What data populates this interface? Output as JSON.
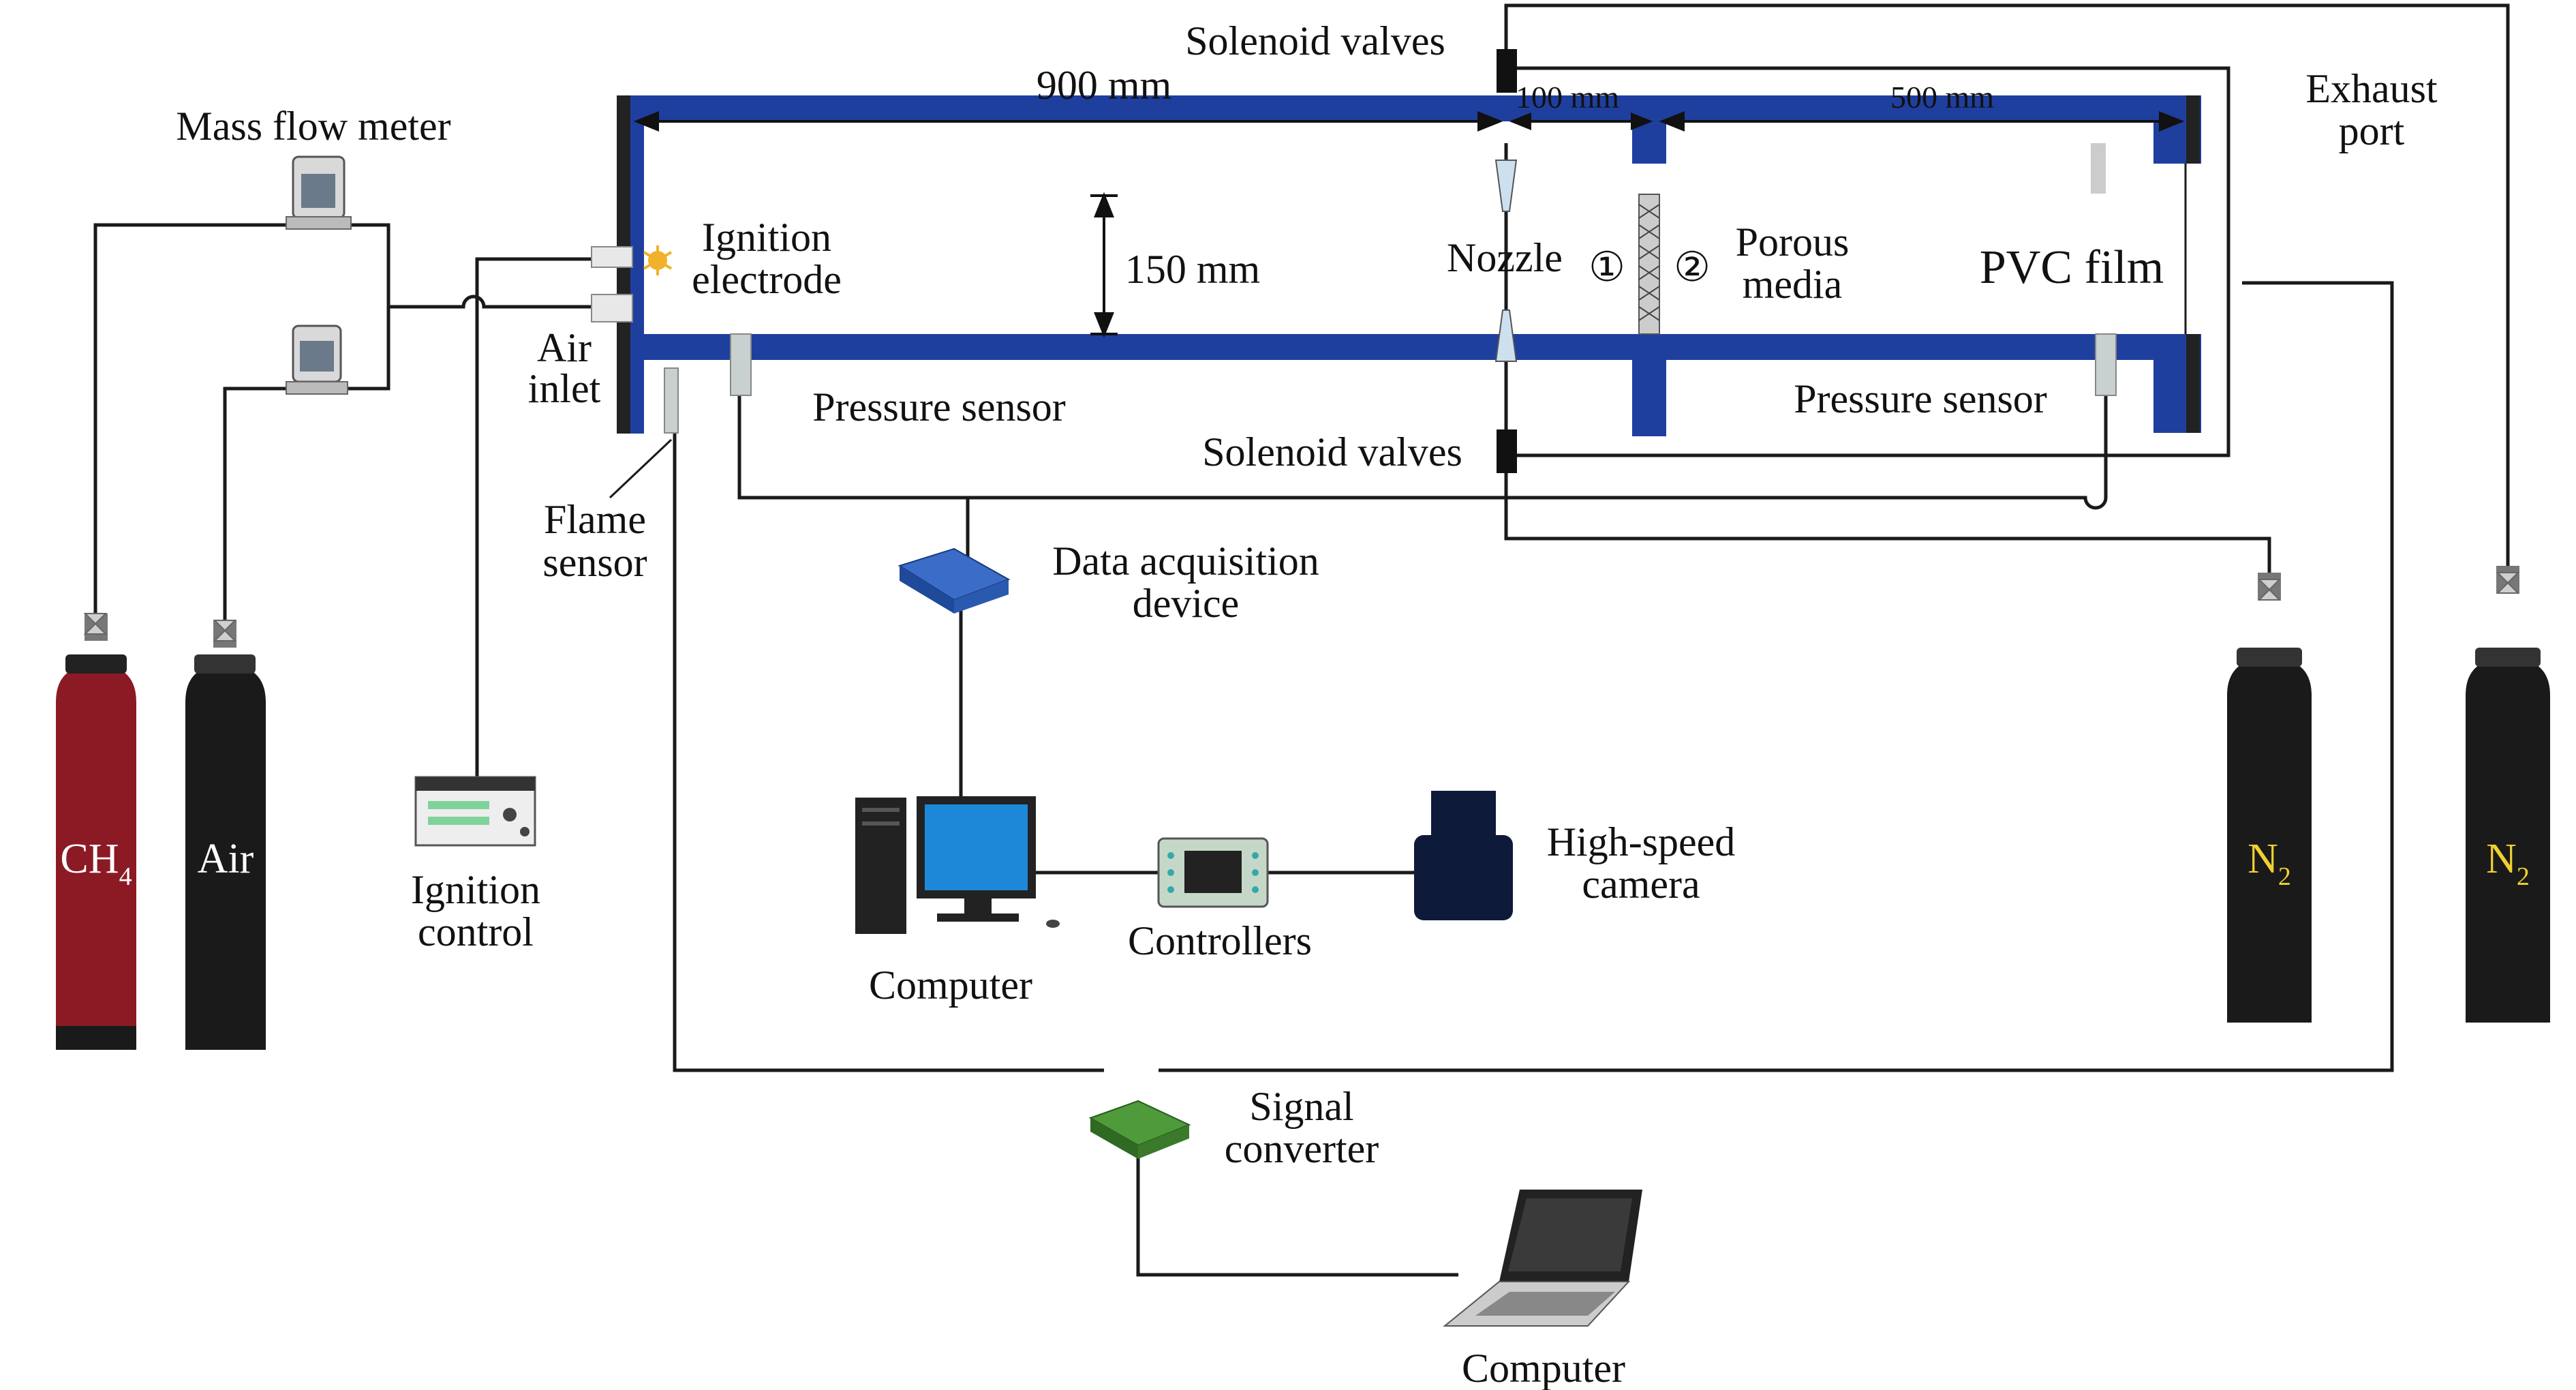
{
  "labels": {
    "solenoid_top": "Solenoid valves",
    "solenoid_bottom": "Solenoid valves",
    "dim_900": "900 mm",
    "dim_100": "100 mm",
    "dim_500": "500 mm",
    "dim_150": "150 mm",
    "exhaust_1": "Exhaust",
    "exhaust_2": "port",
    "mass_flow": "Mass flow meter",
    "ignition_elec_1": "Ignition",
    "ignition_elec_2": "electrode",
    "air_inlet_1": "Air",
    "air_inlet_2": "inlet",
    "nozzle": "Nozzle",
    "region_1": "①",
    "region_2": "②",
    "porous_1": "Porous",
    "porous_2": "media",
    "pvc_film": "PVC film",
    "pressure_left": "Pressure sensor",
    "pressure_right": "Pressure sensor",
    "flame_1": "Flame",
    "flame_2": "sensor",
    "daq_1": "Data acquisition",
    "daq_2": "device",
    "ign_ctrl_1": "Ignition",
    "ign_ctrl_2": "control",
    "hs_camera_1": "High-speed",
    "hs_camera_2": "camera",
    "controllers": "Controllers",
    "computer_top": "Computer",
    "signal_1": "Signal",
    "signal_2": "converter",
    "computer_bottom": "Computer"
  },
  "cylinders": {
    "ch4": {
      "base": "CH",
      "sub": "4",
      "body_color": "#8b1a24",
      "text_color": "#ffffff"
    },
    "air": {
      "base": "Air",
      "sub": "",
      "body_color": "#1a1a1a",
      "text_color": "#ffffff"
    },
    "n2_left": {
      "base": "N",
      "sub": "2",
      "body_color": "#1a1a1a",
      "text_color": "#f0d030"
    },
    "n2_right": {
      "base": "N",
      "sub": "2",
      "body_color": "#1a1a1a",
      "text_color": "#f0d030"
    }
  },
  "colors": {
    "tube": "#1f3f9f",
    "line": "#1a1a1a",
    "daq_box": "#2a5ab0",
    "converter_box": "#3a7a2a"
  }
}
